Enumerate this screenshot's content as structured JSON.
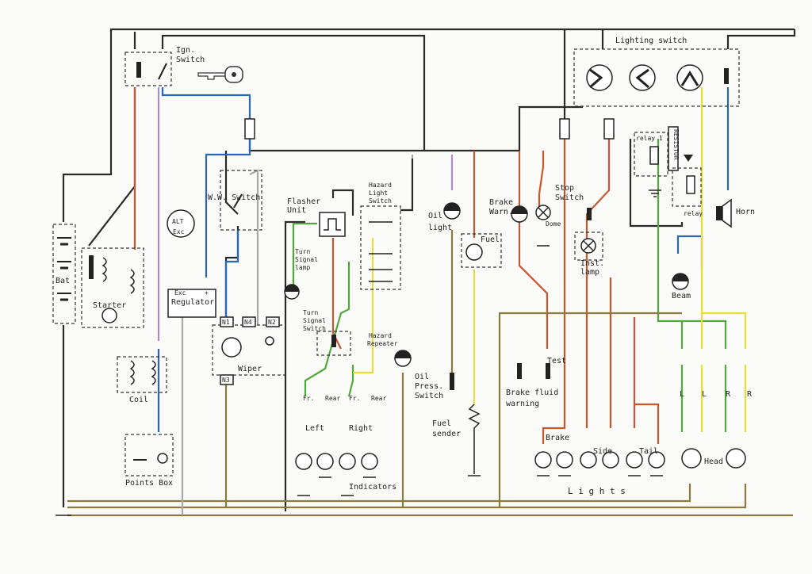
{
  "labels": {
    "lighting_switch": "Lighting switch",
    "ign": "Ign.",
    "switch": "Switch",
    "bat": "Bat",
    "starter": "Starter",
    "alt": "ALT",
    "exc": "Exc",
    "regulator": "Regulator",
    "reg_exc": "Exc",
    "reg_plus": "+",
    "coil": "Coil",
    "points_box": "Points Box",
    "ww_switch": "W.W. Switch",
    "wiper": "Wiper",
    "n1": "N1",
    "n2": "N2",
    "n3": "N3",
    "n4": "N4",
    "flasher": "Flasher",
    "unit": "Unit",
    "hazard1": "Hazard",
    "hazard2": "Light",
    "hazard3": "Switch",
    "turn_lamp1": "Turn",
    "turn_lamp2": "Signal",
    "turn_lamp3": "lamp",
    "turn_sw1": "Turn",
    "turn_sw2": "Signal",
    "turn_sw3": "Switch",
    "hazard_rep1": "Hazard",
    "hazard_rep2": "Repeater",
    "oil_light1": "Oil",
    "oil_light2": "light",
    "fuel": "Fuel",
    "oil_press1": "Oil",
    "oil_press2": "Press.",
    "oil_press3": "Switch",
    "fuel_sender1": "Fuel",
    "fuel_sender2": "sender",
    "brake_warn1": "Brake",
    "brake_warn2": "Warn.",
    "dome": "Dome",
    "stop1": "Stop",
    "stop2": "Switch",
    "inst1": "Inst.",
    "inst2": "lamp",
    "test": "Test",
    "brake_fluid1": "Brake fluid",
    "brake_fluid2": "warning",
    "relay1": "relay 1",
    "relay": "relay",
    "resistor": "RESISTOR",
    "horn": "Horn",
    "beam": "Beam",
    "fr1": "Fr.",
    "rear1": "Rear",
    "fr2": "Fr.",
    "rear2": "Rear",
    "left": "Left",
    "right": "Right",
    "indicators": "Indicators",
    "brake": "Brake",
    "side": "Side",
    "tail": "Tail",
    "lights": "L  i  g  h  t  s",
    "head": "Head",
    "L1": "L",
    "L2": "L",
    "R1": "R",
    "R2": "R"
  }
}
